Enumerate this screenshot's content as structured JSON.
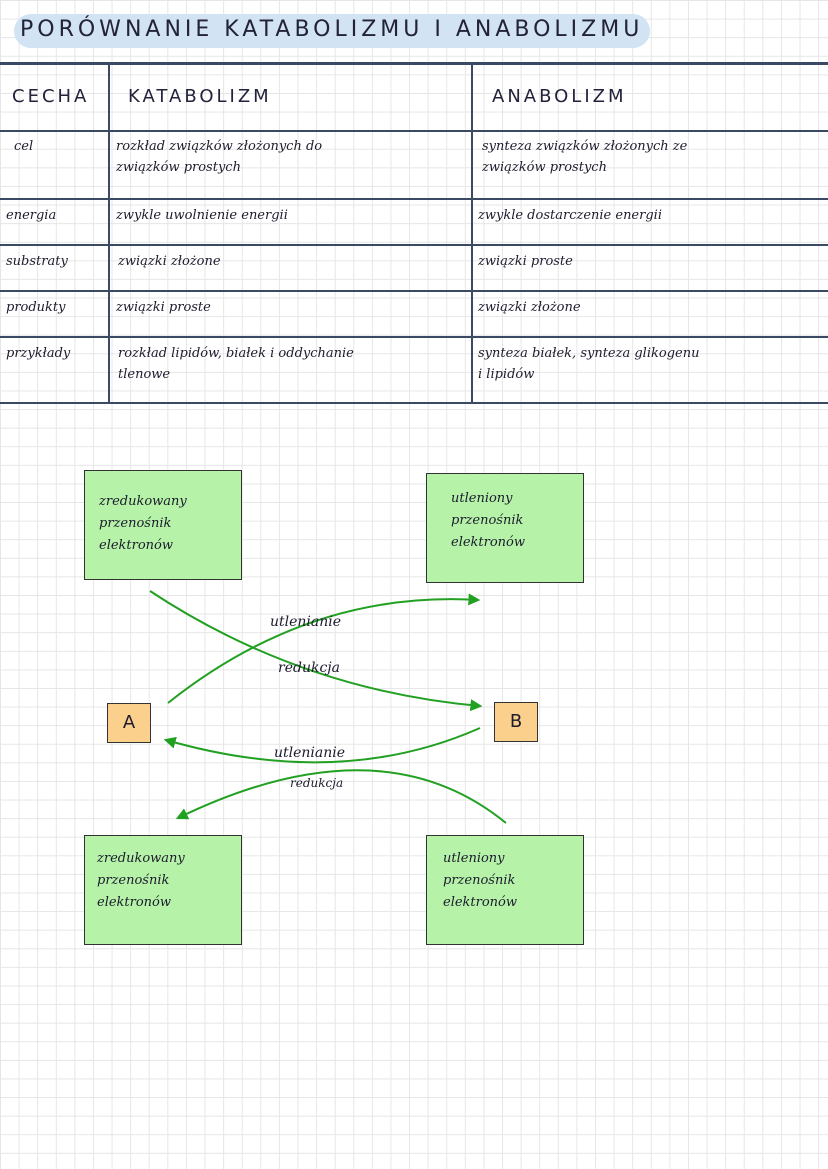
{
  "title": "PORÓWNANIE KATABOLIZMU I ANABOLIZMU",
  "table": {
    "headers": [
      "CECHA",
      "KATABOLIZM",
      "ANABOLIZM"
    ],
    "rows": [
      {
        "cecha": "cel",
        "katabolizm": "rozkład związków złożonych do\nzwiązków prostych",
        "anabolizm": "synteza związków złożonych ze\nzwiązków prostych"
      },
      {
        "cecha": "energia",
        "katabolizm": "zwykle uwolnienie energii",
        "anabolizm": "zwykle dostarczenie energii"
      },
      {
        "cecha": "substraty",
        "katabolizm": "związki złożone",
        "anabolizm": "związki proste"
      },
      {
        "cecha": "produkty",
        "katabolizm": "związki proste",
        "anabolizm": "związki złożone"
      },
      {
        "cecha": "przykłady",
        "katabolizm": "rozkład lipidów, białek i oddychanie\ntlenowe",
        "anabolizm": "synteza białek, synteza glikogenu\ni lipidów"
      }
    ]
  },
  "diagram": {
    "box_top_left": "zredukowany\nprzenośnik\nelektronów",
    "box_top_right": "utleniony\nprzenośnik\nelektronów",
    "box_bottom_left": "zredukowany\nprzenośnik\nelektronów",
    "box_bottom_right": "utleniony\nprzenośnik\nelektronów",
    "node_a": "A",
    "node_b": "B",
    "label_upper_oxidation": "utlenianie",
    "label_upper_reduction": "redukcja",
    "label_lower_oxidation": "utlenianie",
    "label_lower_reduction": "redukcja",
    "colors": {
      "box": "#b6f2a8",
      "node": "#fbcf8c",
      "arrow": "#22a022",
      "title_highlight": "#d2e3f3"
    }
  }
}
